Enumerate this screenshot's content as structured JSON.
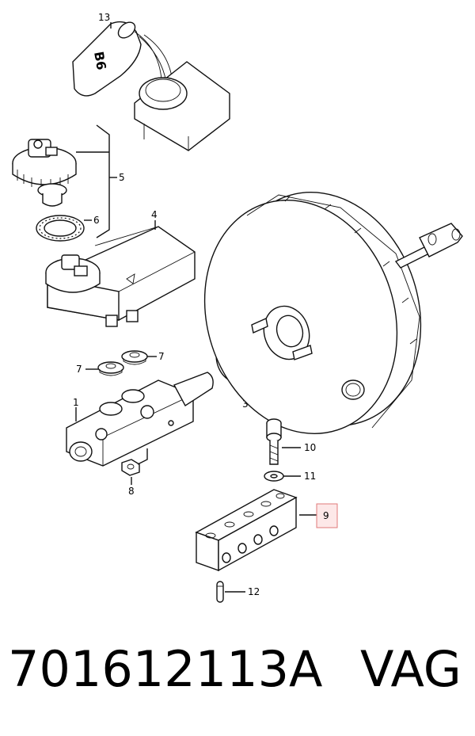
{
  "callouts": {
    "c1": "1",
    "c3": "3",
    "c4": "4",
    "c5": "5",
    "c6": "6",
    "c7a": "7",
    "c7b": "7",
    "c8": "8",
    "c9": "9",
    "c10": "10",
    "c11": "11",
    "c12": "12",
    "c13": "13"
  },
  "bottle_label": "B6",
  "footer": {
    "part_number": "701612113A",
    "brand": "VAG"
  },
  "colors": {
    "highlight_fill": "#fde8e8",
    "highlight_stroke": "#e07a7a"
  }
}
